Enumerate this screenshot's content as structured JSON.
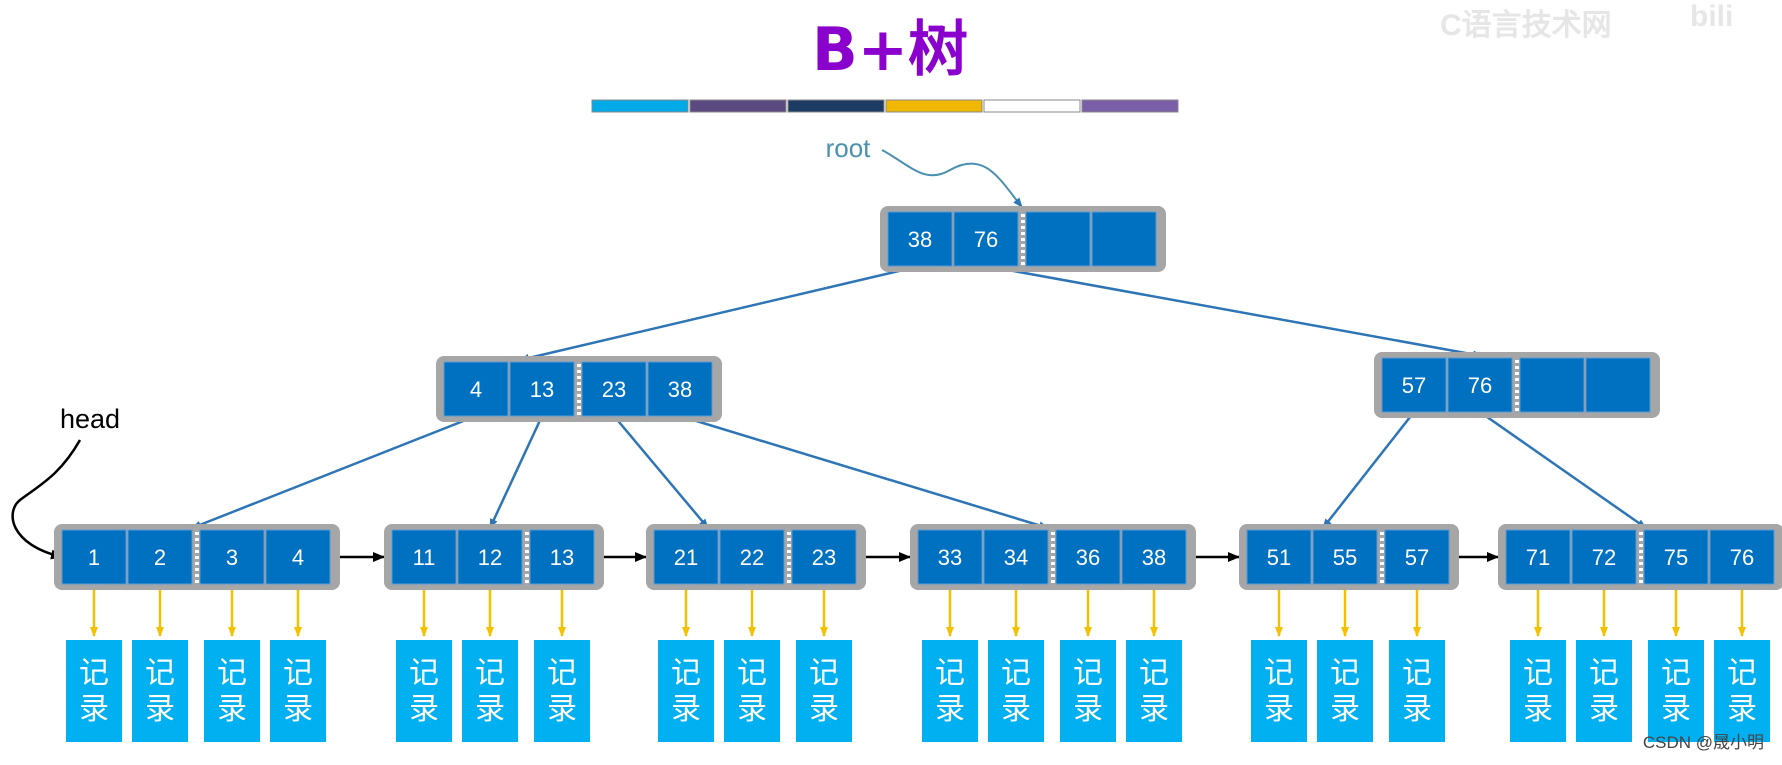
{
  "title": "B+树",
  "watermark": {
    "left": "C语言技术网",
    "right": "bili"
  },
  "footer": "CSDN @晟小明",
  "labels": {
    "root": "root",
    "head": "head"
  },
  "record_label": [
    "记",
    "录"
  ],
  "color_bar": [
    "#00a9e8",
    "#5b4a7f",
    "#1c3c64",
    "#f0b800",
    "#ffffff",
    "#7a5fa8"
  ],
  "colors": {
    "title": "#8a00cc",
    "key_cell": "#0070c0",
    "node_frame": "#a6a6a6",
    "tree_arrow": "#2e75b6",
    "leaf_link": "#000000",
    "record_arrow": "#f5c000",
    "record_box": "#00b0f0",
    "root_label": "#4a90b0"
  },
  "nodes": {
    "root": [
      "38",
      "76",
      "",
      ""
    ],
    "internal_left": [
      "4",
      "13",
      "23",
      "38"
    ],
    "internal_right": [
      "57",
      "76",
      "",
      ""
    ]
  },
  "leaves": [
    [
      "1",
      "2",
      "3",
      "4"
    ],
    [
      "11",
      "12",
      "13"
    ],
    [
      "21",
      "22",
      "23"
    ],
    [
      "33",
      "34",
      "36",
      "38"
    ],
    [
      "51",
      "55",
      "57"
    ],
    [
      "71",
      "72",
      "75",
      "76"
    ]
  ]
}
